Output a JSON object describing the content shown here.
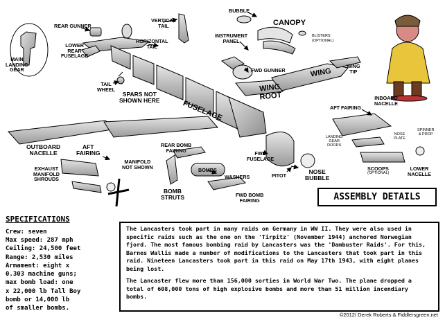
{
  "labels": {
    "main_landing_gear": "MAIN\nLANDING\nGEAR",
    "rear_gunner": "REAR GUNNER",
    "lower_rear_fuselage": "LOWER\nREAR\nFUSELAGE",
    "vertical_tail": "VERTICAL\nTAIL",
    "horizontal_tail": "HORIZONTAL\nTAIL",
    "tail_wheel": "TAIL\nWHEEL",
    "spars_not_shown": "SPARS NOT\nSHOWN HERE",
    "fuselage": "FUSELAGE",
    "bubble": "BUBBLE",
    "canopy": "CANOPY",
    "instrument_panel": "INSTRUMENT\nPANEL",
    "blisters": "BLISTERS",
    "blisters_optional": "(OPTIONAL)",
    "fwd_gunner": "FWD GUNNER",
    "wing": "WING",
    "wing_tip": "WING\nTIP",
    "wing_root": "WING\nROOT",
    "aft_fairing_right": "AFT FAIRING",
    "inboard_nacelle": "INBOARD\nNACELLE",
    "spinner_prop": "SPINNER\n& PROP",
    "landing_gear_doors": "LANDING\nGEAR\nDOORS",
    "nose_plate": "NOSE\nPLATE",
    "scoops": "SCOOPS",
    "scoops_optional": "(OPTIONAL)",
    "lower_nacelle": "LOWER\nNACELLE",
    "outboard_nacelle": "OUTBOARD\nNACELLE",
    "aft_fairing_left": "AFT\nFAIRING",
    "exhaust_manifold_shrouds": "EXHAUST\nMANIFOLD\nSHROUDS",
    "manifold_not_shown": "MANIFOLD\nNOT SHOWN",
    "rear_bomb_fairing": "REAR BOMB\nFAIRING",
    "bombs": "BOMBS",
    "bomb_struts": "BOMB\nSTRUTS",
    "washers": "WASHERS",
    "fwd_bomb_fairing": "FWD BOMB\nFAIRING",
    "fwd_fuselage": "FWD\nFUSELAGE",
    "pitot": "PITOT",
    "nose_bubble": "NOSE\nBUBBLE"
  },
  "assembly_title": "ASSEMBLY DETAILS",
  "specifications": {
    "heading": "SPECIFICATIONS",
    "lines": [
      "Crew: seven",
      "Max speed: 287 mph",
      "Ceiling: 24,500 feet",
      "Range: 2,530 miles",
      "Armament: eight x",
      "0.303 machine guns;",
      "max bomb load: one",
      "x 22,000 lb Tall Boy",
      "bomb or 14,000 lb",
      "of smaller bombs."
    ]
  },
  "history": {
    "p1": "The Lancasters took part in many raids on Germany in WW II. They were also used in specific raids such as the one on the 'Tirpitz' (November 1944) anchored Norwegian fjord. The most famous bombing raid by Lancasters was the 'Dambuster Raids'. For this, Barnes Wallis made a number of modifications to the Lancasters that took part in this raid. Nineteen Lancasters took part in this raid on May 17th 1943, with eight planes being lost.",
    "p2": "The Lancaster flew more than 156,000 sorties in World War Two. The plane dropped a total of 608,000 tons of high explosive bombs and more than 51 million incendiary bombs."
  },
  "copyright": "©2012/ Derek Roberts & Fiddlersgreen.net",
  "colors": {
    "part_fill": "#c9c9c9",
    "part_dark": "#8a8a8a",
    "outline": "#000000",
    "pilot_jacket": "#e8c53a",
    "pilot_face": "#d98a85",
    "pilot_boots": "#6b3b22"
  }
}
